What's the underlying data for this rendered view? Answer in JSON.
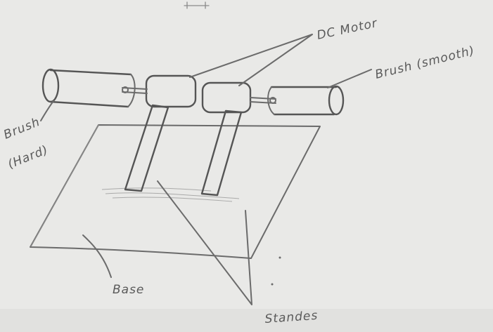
{
  "labels": {
    "dc_motor": "DC Motor",
    "brush_smooth": "Brush (smooth)",
    "brush_hard_line1": "Brush",
    "brush_hard_line2": "(Hard)",
    "base": "Base",
    "standes": "Standes"
  },
  "colors": {
    "paper": "#e9e9e7",
    "pencil": "#6b6b6b"
  }
}
